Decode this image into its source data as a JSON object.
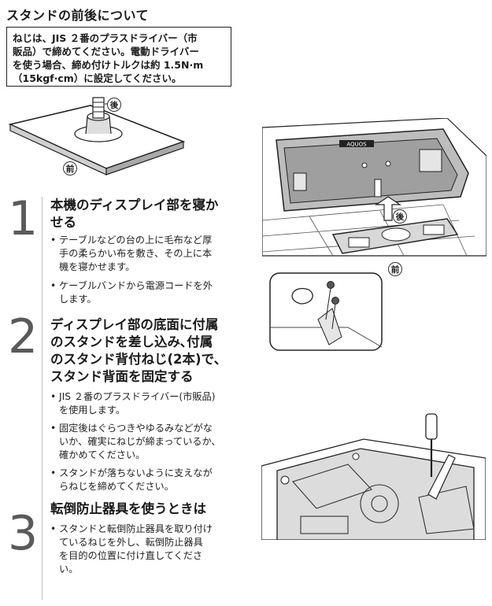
{
  "section_title": "スタンドの前後について",
  "note_lines": [
    "ねじは、JIS ２番のプラスドライバー（市",
    "販品）で締めてください。電動ドライバー",
    "を使う場合、締め付けトルクは約 1.5N·m",
    "（15kgf·cm）に設定してください。"
  ],
  "labels": {
    "back": "後",
    "front": "前",
    "tv_logo": "AQUOS"
  },
  "steps": [
    {
      "number": "1",
      "title_lines": [
        "本機のディスプレイ部を寝か",
        "せる"
      ],
      "bullets": [
        [
          "テーブルなどの台の上に毛布など厚",
          "手の柔らかい布を敷き、その上に本",
          "機を寝かせます。"
        ],
        [
          "ケーブルバンドから電源コードを外",
          "します。"
        ]
      ]
    },
    {
      "number": "2",
      "title_lines": [
        "ディスプレイ部の底面に付属",
        "のスタンドを差し込み､付属",
        "のスタンド背付ねじ(2本)で､",
        "スタンド背面を固定する"
      ],
      "bullets": [
        [
          "JIS ２番のプラスドライバー(市販品)",
          "を使用します。"
        ],
        [
          "固定後はぐらつきやゆるみなどがな",
          "いか、確実にねじが締まっているか、",
          "確かめてください。"
        ],
        [
          "スタンドが落ちないように支えなが",
          "らねじを締めてください。"
        ]
      ]
    },
    {
      "number": "3",
      "title_lines": [
        "転倒防止器具を使うときは"
      ],
      "bullets": [
        [
          "スタンドと転倒防止器具を取り付け",
          "ているねじを外し、転倒防止器具",
          "を目的の位置に付け直してくださ",
          "い。"
        ]
      ]
    }
  ]
}
